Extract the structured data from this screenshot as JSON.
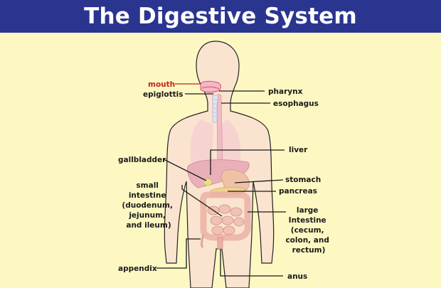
{
  "title": "The Digestive System",
  "labels": {
    "mouth": "mouth",
    "epiglottis": "epiglottis",
    "pharynx": "pharynx",
    "esophagus": "esophagus",
    "liver": "liver",
    "gallbladder": "gallbladder",
    "stomach": "stomach",
    "pancreas": "pancreas",
    "small_intestine": [
      "small",
      "intestine",
      "(duodenum,",
      "jejunum,",
      "and ileum)"
    ],
    "large_intestine": [
      "large",
      "Intestine",
      "(cecum,",
      "colon, and",
      "rectum)"
    ],
    "appendix": "appendix",
    "anus": "anus"
  },
  "colors": {
    "title_bar": "#2a3590",
    "background": "#fdf8c2",
    "highlight_label": "#c8201e"
  }
}
